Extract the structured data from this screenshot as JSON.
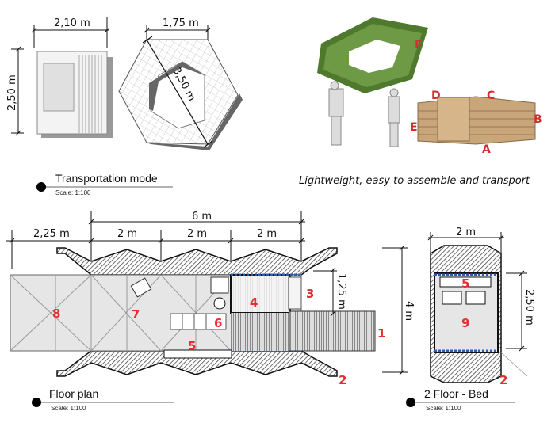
{
  "transport": {
    "dim_width": "2,10 m",
    "dim_height": "2,50 m",
    "dim_hex_side": "1,75 m",
    "dim_hex_diag": "3,50 m",
    "title": "Transportation mode",
    "scale": "Scale:  1:100"
  },
  "photo": {
    "caption": "Lightweight, easy to assemble and transport",
    "labels": [
      "F",
      "D",
      "C",
      "B",
      "E",
      "A"
    ],
    "panel_color": "#5e8a3a",
    "tube_color": "#c9a57a"
  },
  "floor_plan": {
    "dim_total": "6 m",
    "dims": [
      "2,25 m",
      "2 m",
      "2 m",
      "2 m"
    ],
    "dim_bath": "1,25 m",
    "dim_depth": "4 m",
    "labels": [
      "8",
      "7",
      "6",
      "5",
      "4",
      "3",
      "1",
      "2"
    ],
    "title": "Floor plan",
    "scale": "Scale:  1:100"
  },
  "bed_plan": {
    "dim_width": "2 m",
    "dim_height": "2,50 m",
    "labels": [
      "5",
      "9",
      "2"
    ],
    "title": "2 Floor - Bed",
    "scale": "Scale:  1:100"
  },
  "colors": {
    "label_red": "#e03030",
    "accent_blue": "#2a5db0"
  }
}
